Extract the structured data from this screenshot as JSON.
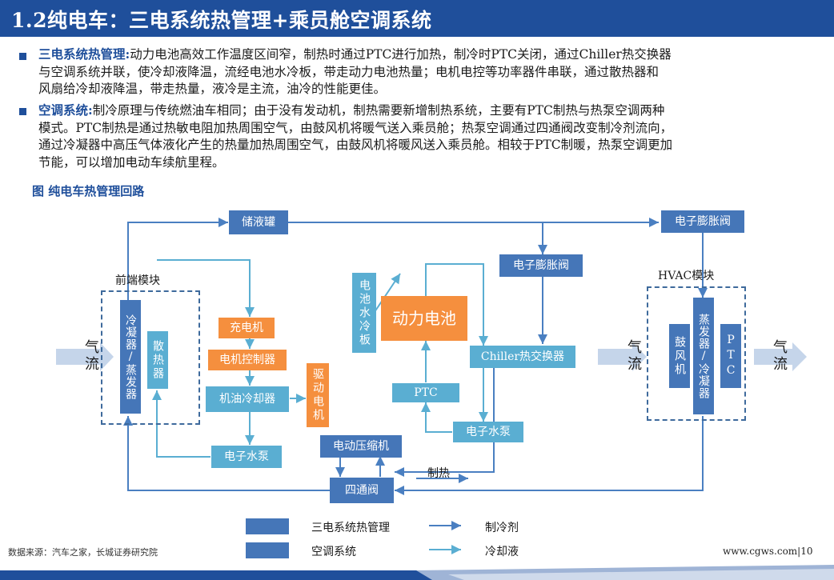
{
  "title": "1.2纯电车：三电系统热管理+乘员舱空调系统",
  "bullets": [
    {
      "lead": "三电系统热管理:",
      "lines": [
        "动力电池高效工作温度区间窄，制热时通过PTC进行加热，制冷时PTC关闭，通过Chiller热交换器",
        "与空调系统并联，使冷却液降温，流经电池水冷板，带走动力电池热量；电机电控等功率器件串联，通过散热器和",
        "风扇给冷却液降温，带走热量，液冷是主流，油冷的性能更佳。"
      ]
    },
    {
      "lead": "空调系统:",
      "lines": [
        "制冷原理与传统燃油车相同；由于没有发动机，制热需要新增制热系统，主要有PTC制热与热泵空调两种",
        "模式。PTC制热是通过热敏电阻加热周围空气，由鼓风机将暖气送入乘员舱；热泵空调通过四通阀改变制冷剂流向，",
        "通过冷凝器中高压气体液化产生的热量加热周围空气，由鼓风机将暖风送入乘员舱。相较于PTC制暖，热泵空调更加",
        "节能，可以增加电动车续航里程。"
      ]
    }
  ],
  "figure_caption": "图 纯电车热管理回路",
  "nodes": {
    "receiver": "储液罐",
    "exv_right": "电子膨胀阀",
    "exv_mid": "电子膨胀阀",
    "front_module": "前端模块",
    "hvac_module": "HVAC模块",
    "condenser_evap": "冷凝器/蒸发器",
    "radiator": "散热器",
    "charger": "充电机",
    "motor_controller": "电机控制器",
    "oil_cooler": "机油冷却器",
    "drive_motor": "驱动电机",
    "pump_left": "电子水泵",
    "battery_cold_plate": "电池水冷板",
    "power_battery": "动力电池",
    "chiller": "Chiller热交换器",
    "ptc_mid": "PTC",
    "pump_mid": "电子水泵",
    "compressor": "电动压缩机",
    "four_way_valve": "四通阀",
    "heating_label": "制热",
    "blower": "鼓风机",
    "evap_cond": "蒸发器/冷凝器",
    "ptc_hvac": "PTC",
    "airflow_left": "气流",
    "airflow_mid": "气流",
    "airflow_right": "气流"
  },
  "legend": {
    "system1": "三电系统热管理",
    "system2": "空调系统",
    "refrigerant": "制冷剂",
    "coolant": "冷却液"
  },
  "colors": {
    "refrigerant_line": "#4a7fc1",
    "coolant_line": "#5aaed2",
    "battery": "#f58f3e",
    "thermal_box": "#f58f3e"
  },
  "source": "数据来源：汽车之家，长城证券研究院",
  "page_footer": "www.cgws.com|10"
}
